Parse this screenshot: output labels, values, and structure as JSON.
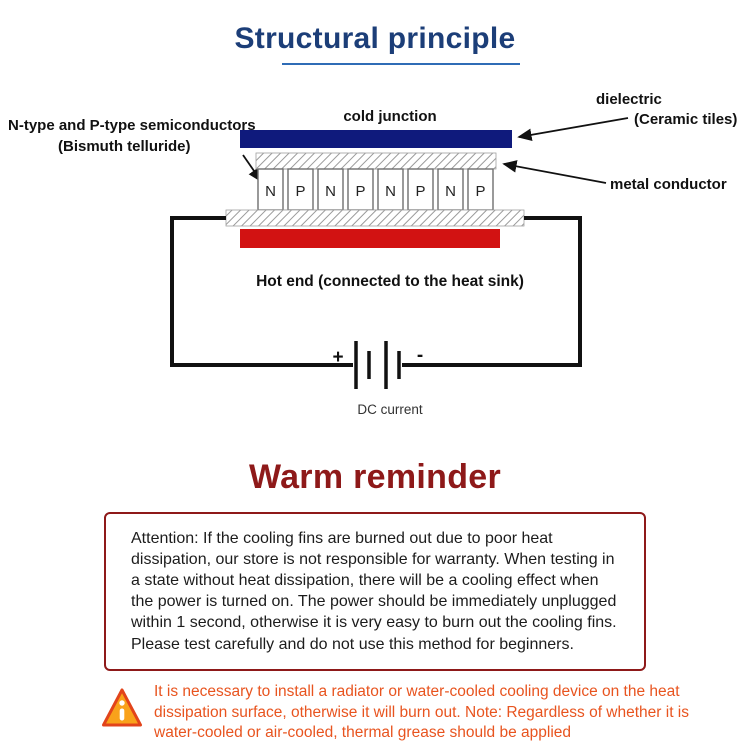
{
  "header": {
    "title": "Structural principle",
    "title_color": "#1c3e78",
    "underline_color": "#2f6cb6"
  },
  "diagram": {
    "labels": {
      "cold_junction": "cold junction",
      "dielectric": "dielectric",
      "ceramic_tiles": "(Ceramic tiles)",
      "semiconductors_line1": "N-type and P-type semiconductors",
      "semiconductors_line2": "(Bismuth telluride)",
      "metal_conductor": "metal conductor",
      "hot_end": "Hot end (connected to the heat sink)",
      "battery_plus": "+",
      "battery_minus": "-",
      "dc_current": "DC current"
    },
    "semiconductors": [
      "N",
      "P",
      "N",
      "P",
      "N",
      "P",
      "N",
      "P"
    ],
    "colors": {
      "cold_plate": "#0f1a7c",
      "hot_plate": "#d21212"
    }
  },
  "reminder": {
    "title": "Warm reminder",
    "title_color": "#8e1919",
    "border_color": "#8e1919",
    "attention_text": "Attention: If the cooling fins are burned out due to poor heat dissipation, our store is not responsible for warranty. When testing in a state without heat dissipation, there will be a cooling effect when the power is turned on. The power should be immediately unplugged within 1 second, otherwise it is very easy to burn out the cooling fins. Please test carefully and do not use this method for beginners."
  },
  "warning": {
    "icon": "warning-triangle",
    "text": "It is necessary to install a radiator or water-cooled cooling device on the heat dissipation surface, otherwise it will burn out. Note: Regardless of whether it is water-cooled or air-cooled, thermal grease should be applied",
    "text_color": "#e8541f"
  }
}
